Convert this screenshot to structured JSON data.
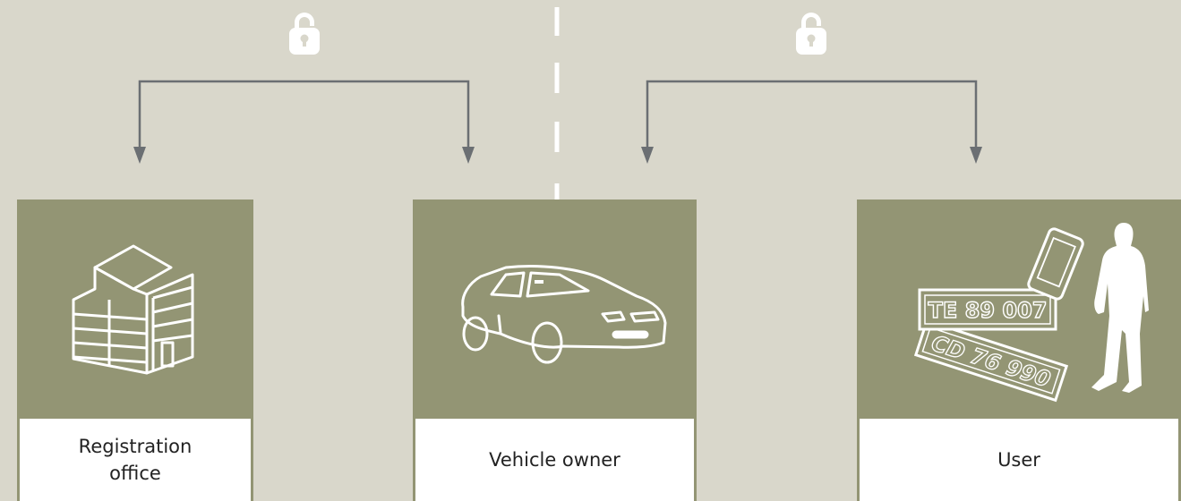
{
  "colors": {
    "background": "#d9d7cb",
    "card": "#939574",
    "label_box": "#ffffff",
    "arrow": "#6b6f73",
    "divider": "#ffffff",
    "lock": "#ffffff"
  },
  "icons": [
    "lock-icon",
    "building-icon",
    "car-icon",
    "phone-icon",
    "license-plate-icon",
    "person-icon"
  ],
  "cards": {
    "registration": {
      "label": "Registration\noffice"
    },
    "owner": {
      "label": "Vehicle owner"
    },
    "user": {
      "label": "User",
      "plate_front": "TE 89 007",
      "plate_back": "CD 76 990"
    }
  }
}
